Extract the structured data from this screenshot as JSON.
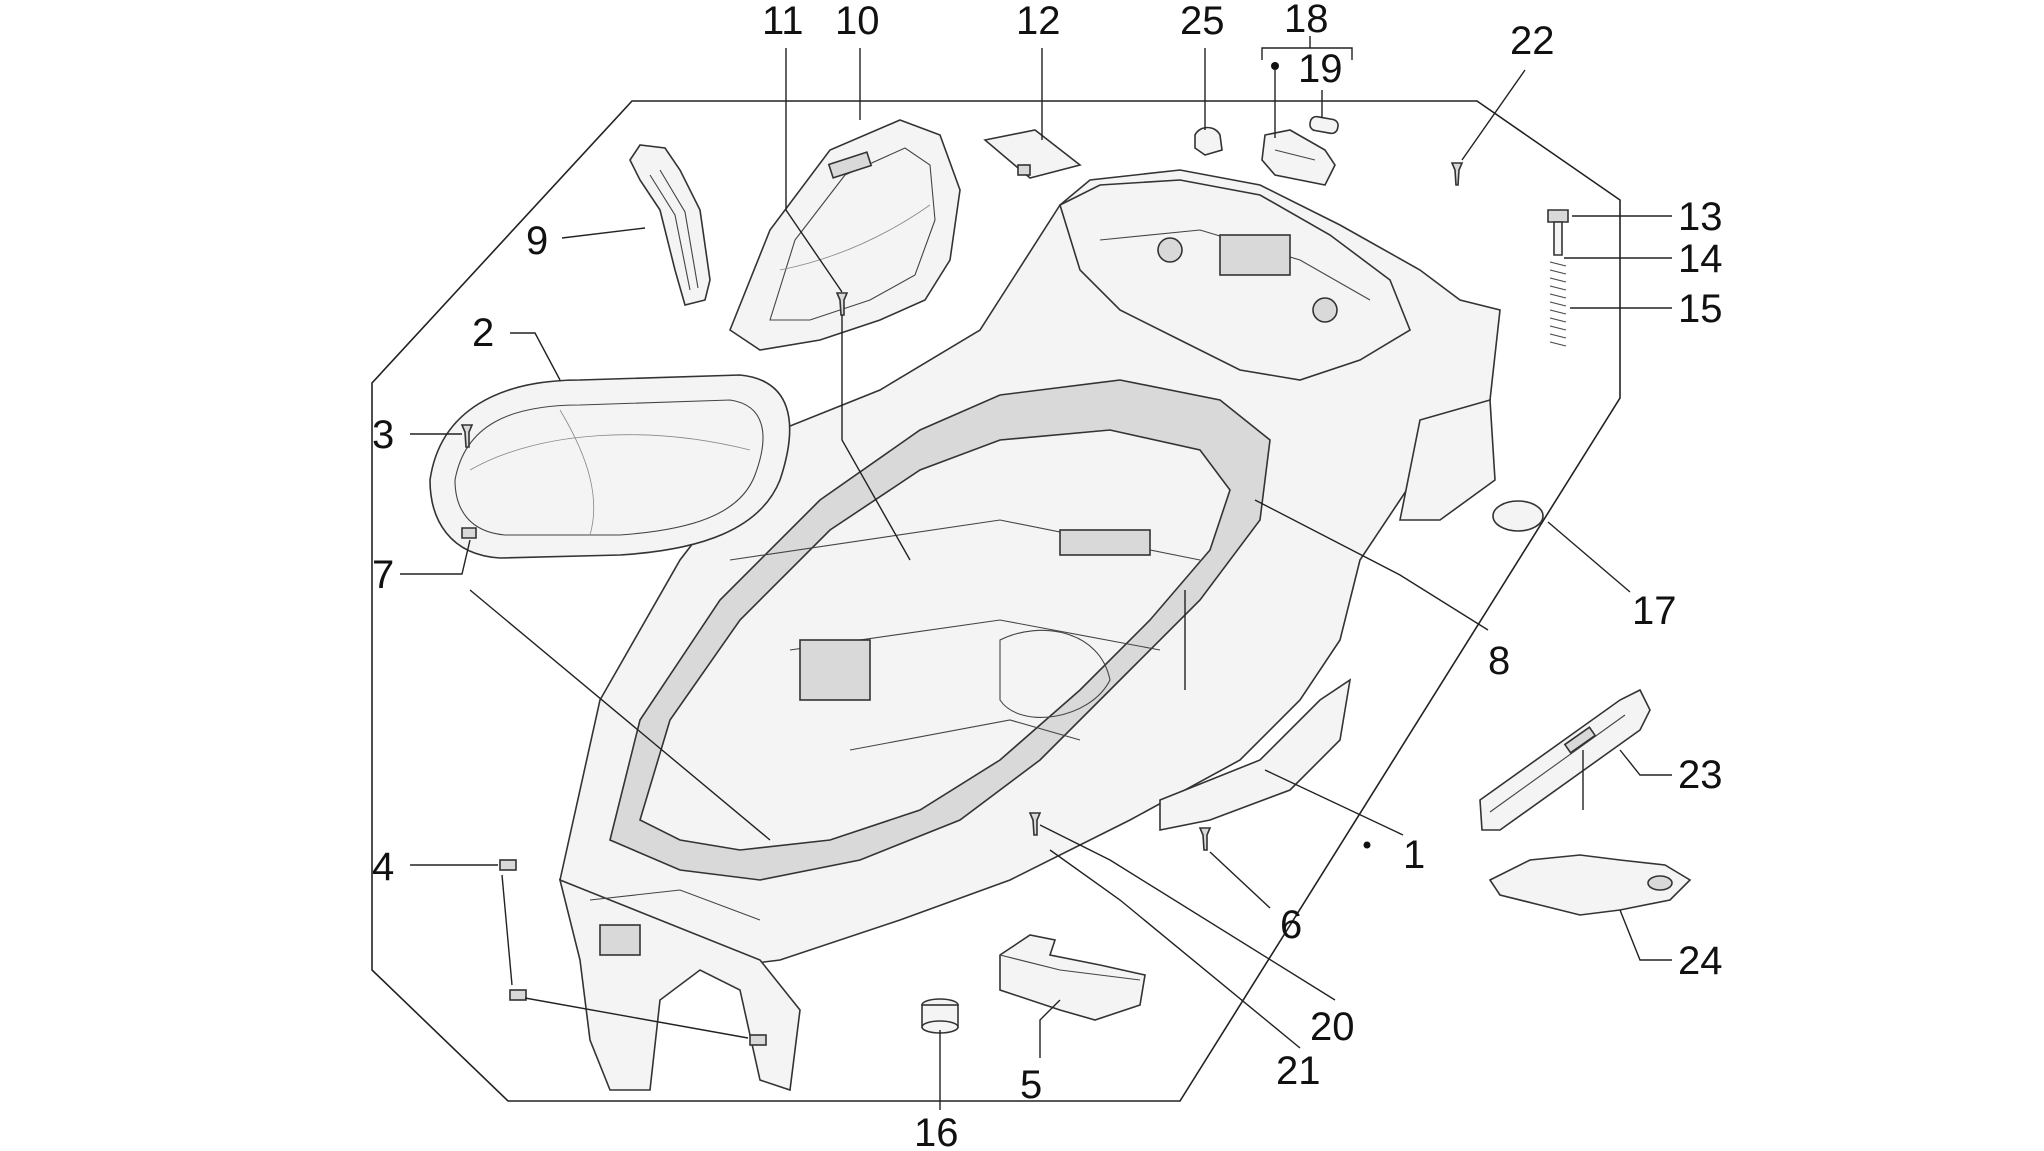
{
  "diagram": {
    "labels": {
      "p1": "1",
      "p2": "2",
      "p3": "3",
      "p4": "4",
      "p5": "5",
      "p6": "6",
      "p7": "7",
      "p8": "8",
      "p9": "9",
      "p10": "10",
      "p11": "11",
      "p12": "12",
      "p13": "13",
      "p14": "14",
      "p15": "15",
      "p16": "16",
      "p17": "17",
      "p18": "18",
      "p19": "19",
      "p20": "20",
      "p21": "21",
      "p22": "22",
      "p23": "23",
      "p24": "24",
      "p25": "25"
    }
  }
}
